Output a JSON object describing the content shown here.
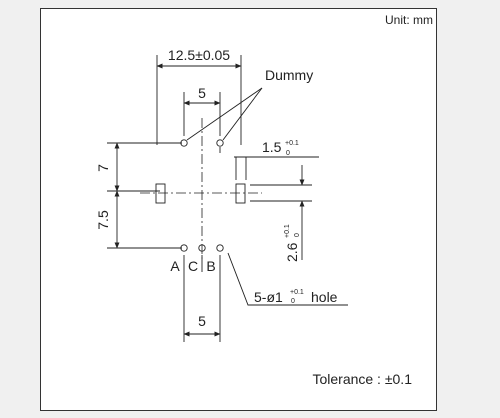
{
  "diagram": {
    "unit_label": "Unit: mm",
    "top_width_dim": "12.5±0.05",
    "dummy_label": "Dummy",
    "top_spacing_dim": "5",
    "right_dim_base": "1.5",
    "right_tol_upper": "+0.1",
    "right_tol_lower": "0",
    "left_dim_upper": "7",
    "left_dim_lower": "7.5",
    "vertical_dim_base": "2.6",
    "vertical_tol_upper": "+0.1",
    "vertical_tol_lower": "0",
    "pin_a": "A",
    "pin_c": "C",
    "pin_b": "B",
    "hole_prefix": "5-ø1",
    "hole_tol_upper": "+0.1",
    "hole_tol_lower": "0",
    "hole_suffix": "hole",
    "bottom_spacing_dim": "5",
    "tolerance_note": "Tolerance : ±0.1",
    "line_color": "#222222",
    "background_color": "#ffffff"
  }
}
